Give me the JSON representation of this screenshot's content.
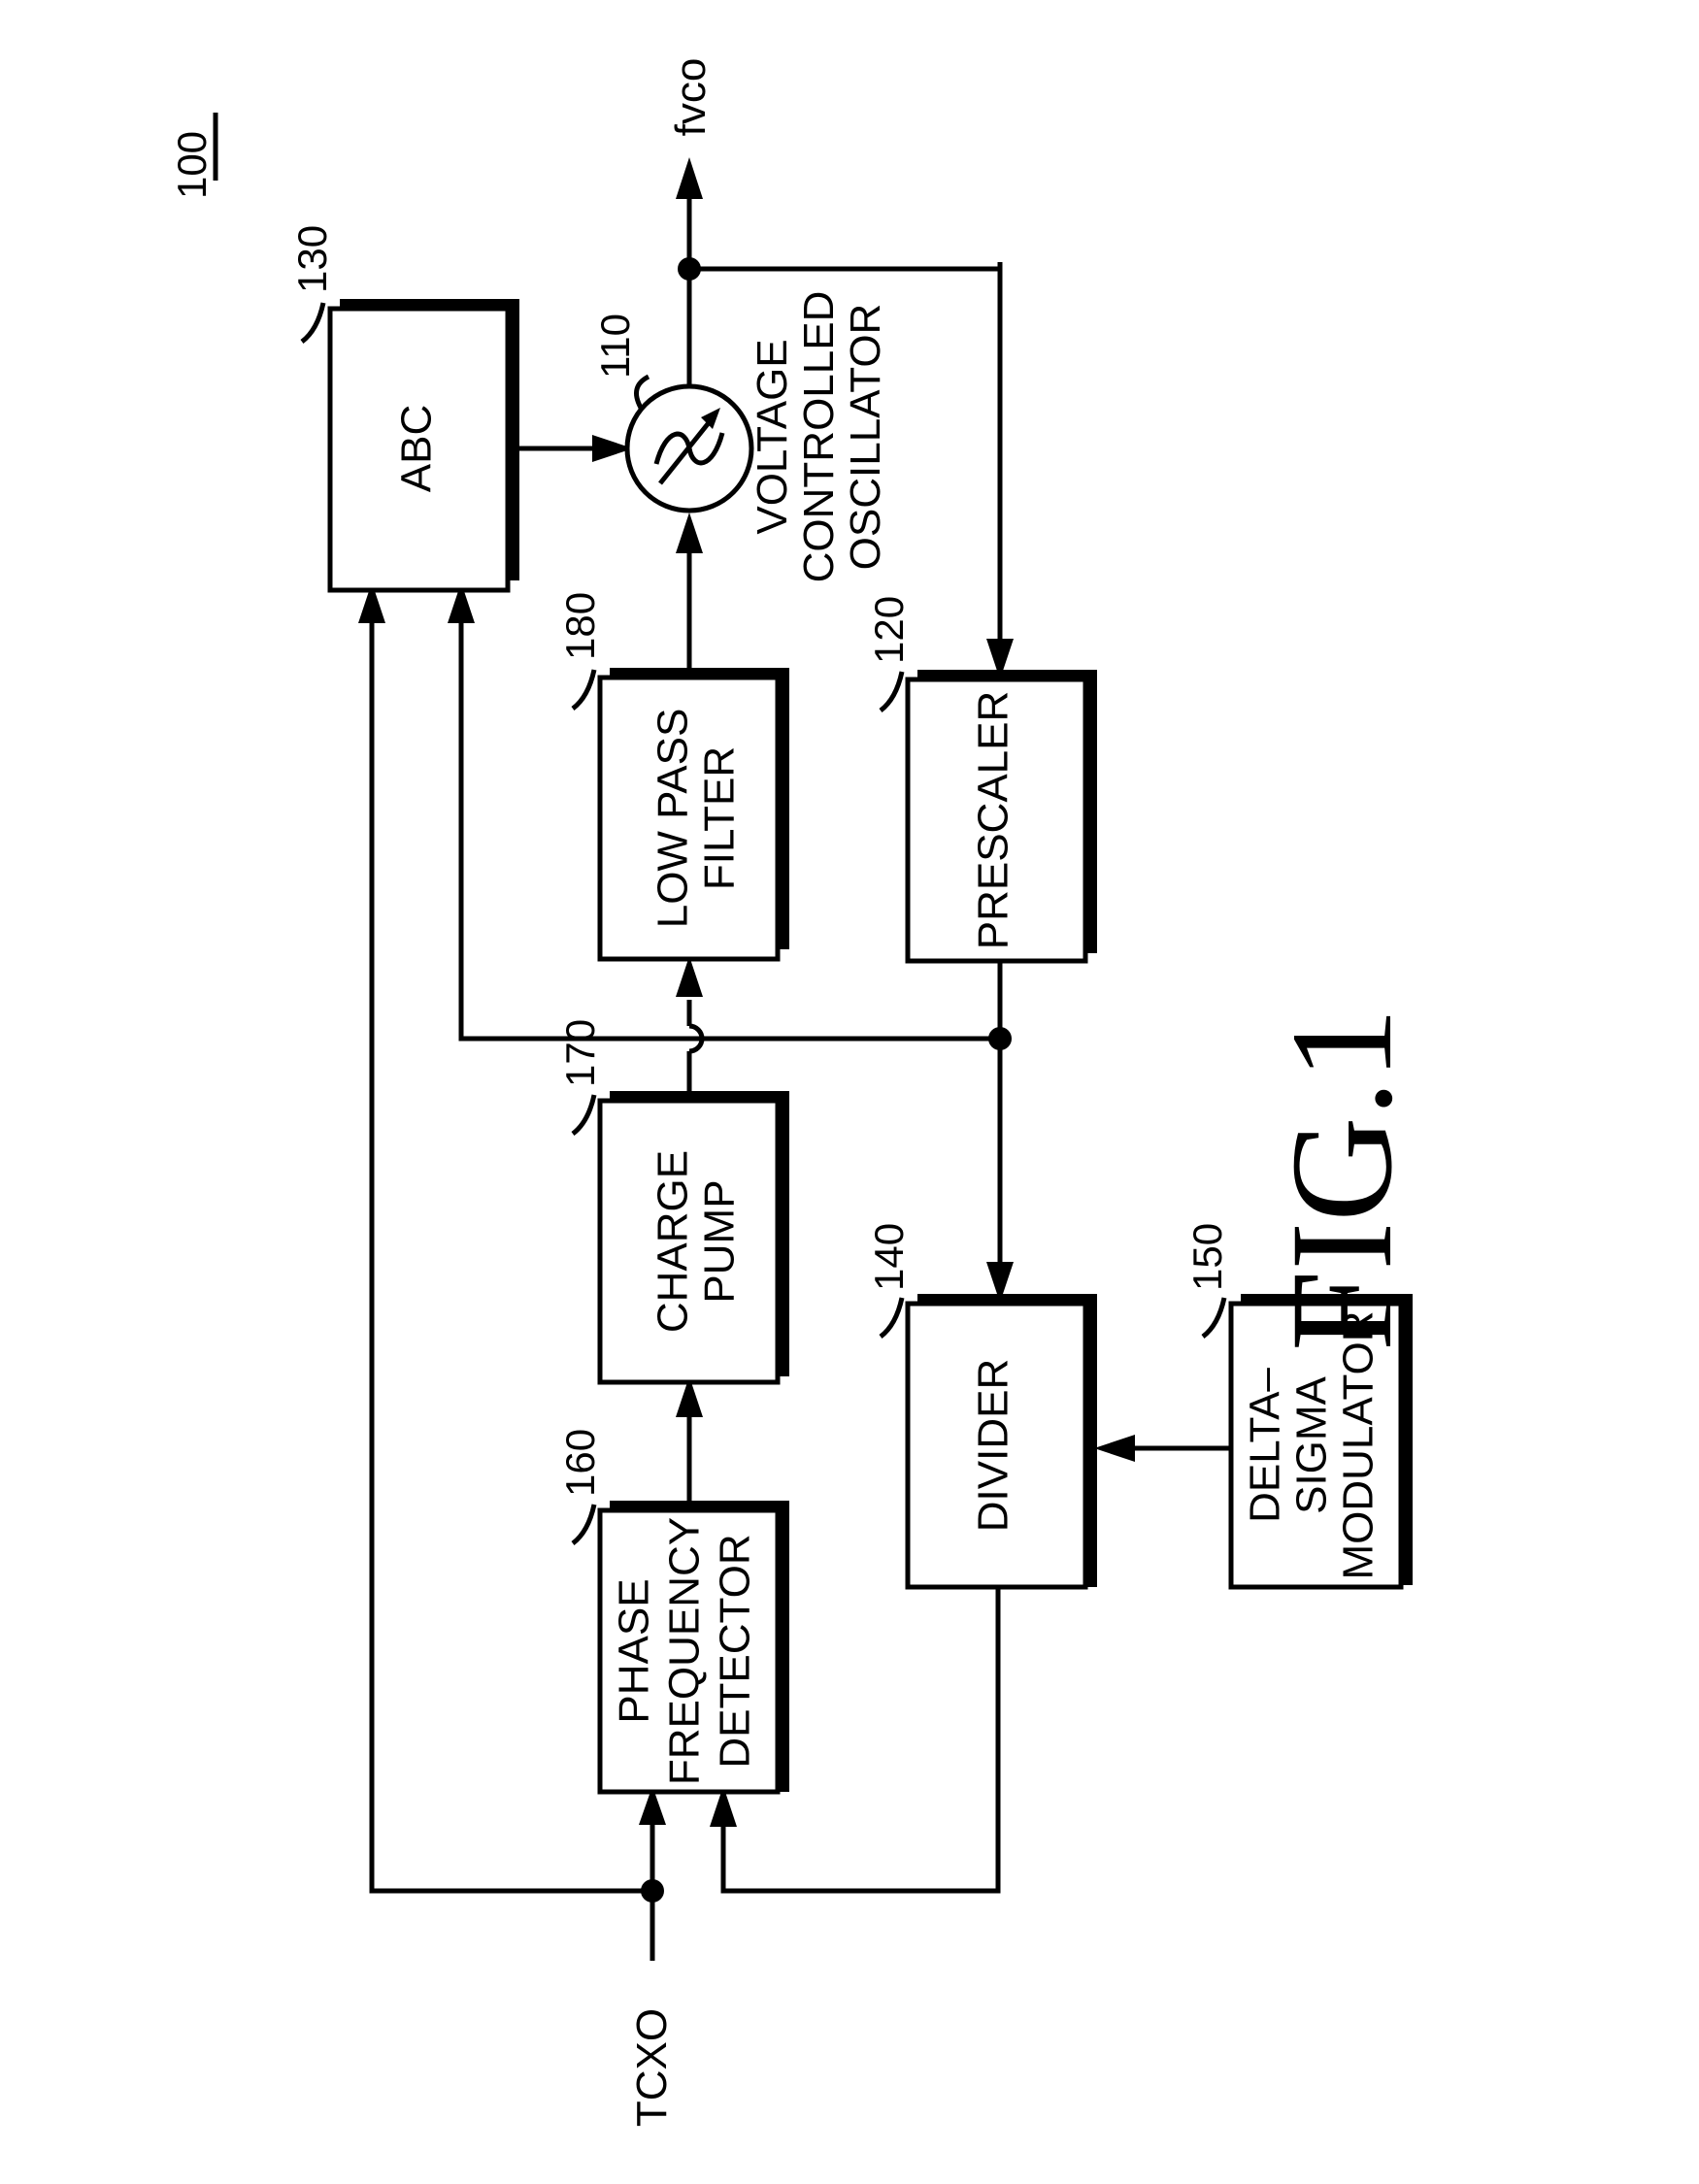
{
  "figure": {
    "number": "100",
    "caption": "FIG.1"
  },
  "signals": {
    "input": "TCXO",
    "output": "fvco"
  },
  "blocks": {
    "abc": {
      "ref": "130",
      "lines": [
        "ABC"
      ]
    },
    "vco": {
      "ref": "110",
      "lines": [
        "VOLTAGE",
        "CONTROLLED",
        "OSCILLATOR"
      ]
    },
    "lpf": {
      "ref": "180",
      "lines": [
        "LOW PASS",
        "FILTER"
      ]
    },
    "prescaler": {
      "ref": "120",
      "lines": [
        "PRESCALER"
      ]
    },
    "charge_pump": {
      "ref": "170",
      "lines": [
        "CHARGE",
        "PUMP"
      ]
    },
    "divider": {
      "ref": "140",
      "lines": [
        "DIVIDER"
      ]
    },
    "dsm": {
      "ref": "150",
      "lines": [
        "DELTA–",
        "SIGMA",
        "MODULATOR"
      ]
    },
    "pfd": {
      "ref": "160",
      "lines": [
        "PHASE",
        "FREQUENCY",
        "DETECTOR"
      ]
    }
  }
}
